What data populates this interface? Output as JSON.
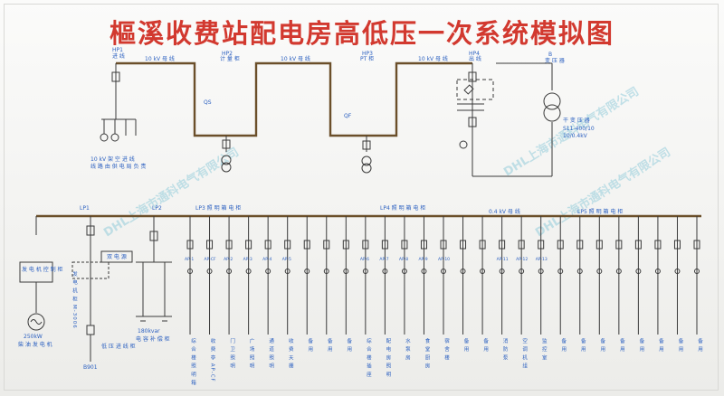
{
  "title": "樞溪收费站配电房高低压一次系统模拟图",
  "watermark": "DHL上海市通科电气有限公司",
  "hv": {
    "bus1_label": "10 kV 母 线",
    "bus2_label": "10 kV 母 线",
    "bus3_label": "10 kV 母 线",
    "cab_incoming": "HP1",
    "cab_incoming_sub": "进 线",
    "cab_meter": "HP2",
    "cab_meter_sub": "计 量 柜",
    "cab_pt": "HP3",
    "cab_pt_sub": "PT 柜",
    "cab_out": "HP4",
    "cab_out_sub": "出 线",
    "transformer_no": "B",
    "transformer_sub": "变 压 器",
    "transformer_rating": "S11-400/10",
    "transformer_ratio": "10/0.4kV",
    "transformer_note": "干 变 压 器",
    "incoming_note1": "10 kV 架 空 进 线",
    "incoming_note2": "线 路 由 供 电 局 负 责",
    "sw_label": "QS",
    "breaker_label": "QF"
  },
  "lv": {
    "panel1": "LP1",
    "panel2": "LP2",
    "panel3": "LP3",
    "panel4": "LP4",
    "panel5": "LP5",
    "bus_label3": "LP3 照 明 箱 电 柜",
    "bus_label4": "LP4 照 明 箱 电 柜",
    "bus_label_mid": "0.4 kV 母 线",
    "bus_label5": "LP5 照 明 箱 电 柜",
    "gen_control": "发 电 机 控 制 柜",
    "gen_rating": "250kW",
    "gen_label": "柴 油 发 电 机",
    "gen_panel_note": "发 电 机 柜 M-3006",
    "auto_switch": "双 电 源",
    "capacitor_label": "180kvar",
    "capacitor_sub": "电 容 补 偿 柜",
    "lv_incoming": "低 压 进 线 柜",
    "lv_incoming_code": "B901"
  },
  "feeders": [
    {
      "name": "综 合 楼 照 明 箱",
      "code": "AP-1"
    },
    {
      "name": "收 费 亭 AP-CF",
      "code": "AP-CF"
    },
    {
      "name": "门 卫 照 明",
      "code": "AP-2"
    },
    {
      "name": "广 场 照 明",
      "code": "AP-3"
    },
    {
      "name": "通 道 照 明",
      "code": "AP-4"
    },
    {
      "name": "收 费 天 棚",
      "code": "AP-5"
    },
    {
      "name": "备 用",
      "code": ""
    },
    {
      "name": "备 用",
      "code": ""
    },
    {
      "name": "备 用",
      "code": ""
    },
    {
      "name": "综 合 楼 插 座",
      "code": "AP-6"
    },
    {
      "name": "配 电 房 照 明",
      "code": "AP-7"
    },
    {
      "name": "水 泵 房",
      "code": "AP-8"
    },
    {
      "name": "食 堂 厨 房",
      "code": "AP-9"
    },
    {
      "name": "宿 舍 楼",
      "code": "AP-10"
    },
    {
      "name": "备 用",
      "code": ""
    },
    {
      "name": "备 用",
      "code": ""
    },
    {
      "name": "消 防 泵",
      "code": "AP-11"
    },
    {
      "name": "空 调 机 组",
      "code": "AP-12"
    },
    {
      "name": "监 控 室",
      "code": "AP-13"
    },
    {
      "name": "备 用",
      "code": ""
    },
    {
      "name": "备 用",
      "code": ""
    },
    {
      "name": "备 用",
      "code": ""
    },
    {
      "name": "备 用",
      "code": ""
    },
    {
      "name": "备 用",
      "code": ""
    },
    {
      "name": "备 用",
      "code": ""
    },
    {
      "name": "备 用",
      "code": ""
    },
    {
      "name": "备 用",
      "code": ""
    }
  ]
}
